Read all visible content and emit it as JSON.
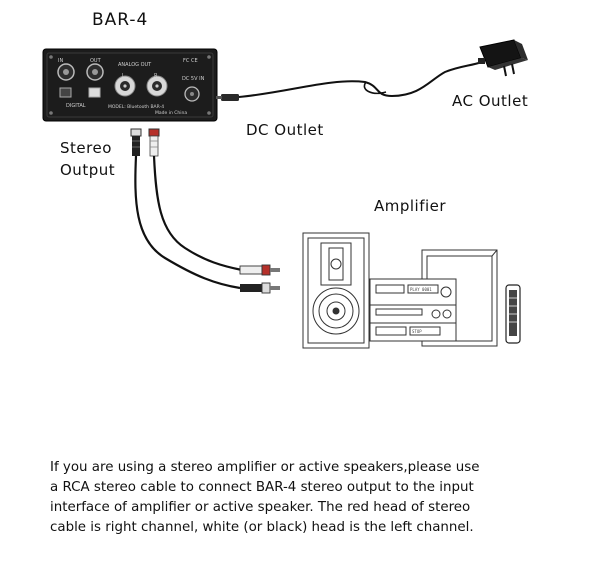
{
  "labels": {
    "device_name": "BAR-4",
    "ac_outlet": "AC Outlet",
    "dc_outlet": "DC Outlet",
    "stereo_output_line1": "Stereo",
    "stereo_output_line2": "Output",
    "amplifier": "Amplifier"
  },
  "device_panel": {
    "in_label": "IN",
    "out_label": "OUT",
    "digital_label": "DIGITAL",
    "analog_label": "ANALOG OUT",
    "dc_label": "DC 5V IN",
    "l_label": "L",
    "r_label": "R",
    "cert_label": "FC CE",
    "model_label": "MODEL: Bluetooth BAR-4",
    "made_label": "Made in China"
  },
  "amplifier_panel": {
    "display_text": "PLAY 0001",
    "deck_text": "STOP"
  },
  "caption": {
    "line1": "If you are using a stereo amplifier or active speakers,please use",
    "line2": "a RCA stereo cable to connect BAR-4 stereo output  to the input",
    "line3": "interface of amplifier or active speaker. The red head of stereo",
    "line4": "cable is right channel, white (or black) head is the left channel."
  },
  "colors": {
    "device_body": "#1c1c1c",
    "line": "#111111",
    "amp_stroke": "#333333",
    "red_plug": "#b5302a"
  }
}
